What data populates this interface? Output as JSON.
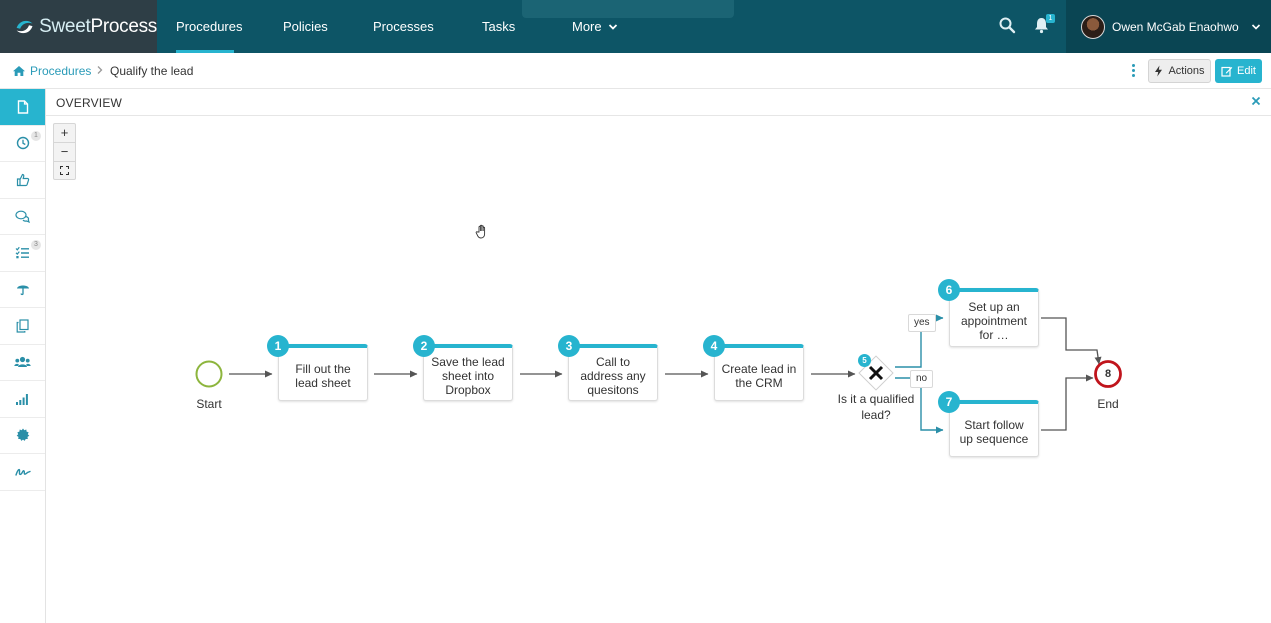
{
  "brand": {
    "name_part1": "Sweet",
    "name_part2": "Process"
  },
  "nav": {
    "items": [
      {
        "label": "Procedures",
        "active": true
      },
      {
        "label": "Policies"
      },
      {
        "label": "Processes"
      },
      {
        "label": "Tasks"
      },
      {
        "label": "More"
      }
    ],
    "notification_count": "1",
    "user_name": "Owen McGab Enaohwo"
  },
  "breadcrumb": {
    "root": "Procedures",
    "current": "Qualify the lead"
  },
  "toolbar": {
    "actions_label": "Actions",
    "edit_label": "Edit"
  },
  "sidebar": {
    "items": [
      {
        "icon": "document-icon",
        "active": true
      },
      {
        "icon": "clock-icon",
        "badge": "1"
      },
      {
        "icon": "thumbs-up-icon"
      },
      {
        "icon": "comments-icon"
      },
      {
        "icon": "checklist-icon",
        "badge": "3"
      },
      {
        "icon": "umbrella-icon"
      },
      {
        "icon": "copy-icon"
      },
      {
        "icon": "users-icon"
      },
      {
        "icon": "signal-bars-icon"
      },
      {
        "icon": "gear-badge-icon"
      },
      {
        "icon": "signature-icon"
      }
    ]
  },
  "overview": {
    "title": "OVERVIEW",
    "zoom_in": "+",
    "zoom_out": "−"
  },
  "flow": {
    "start_label": "Start",
    "end_label": "End",
    "end_number": "8",
    "steps": [
      {
        "number": "1",
        "text": "Fill out the lead sheet"
      },
      {
        "number": "2",
        "text": "Save the lead sheet into Dropbox"
      },
      {
        "number": "3",
        "text": "Call to address any quesitons"
      },
      {
        "number": "4",
        "text": "Create lead in the CRM"
      },
      {
        "number": "6",
        "text": "Set up an appointment for …"
      },
      {
        "number": "7",
        "text": "Start follow up sequence"
      }
    ],
    "decision": {
      "number": "5",
      "line1": "Is it a qualified",
      "line2": "lead?",
      "yes": "yes",
      "no": "no"
    }
  },
  "colors": {
    "nav_bg": "#0d5566",
    "accent": "#27b4cf",
    "end_red": "#c0141c",
    "start_green": "#8db53d"
  }
}
